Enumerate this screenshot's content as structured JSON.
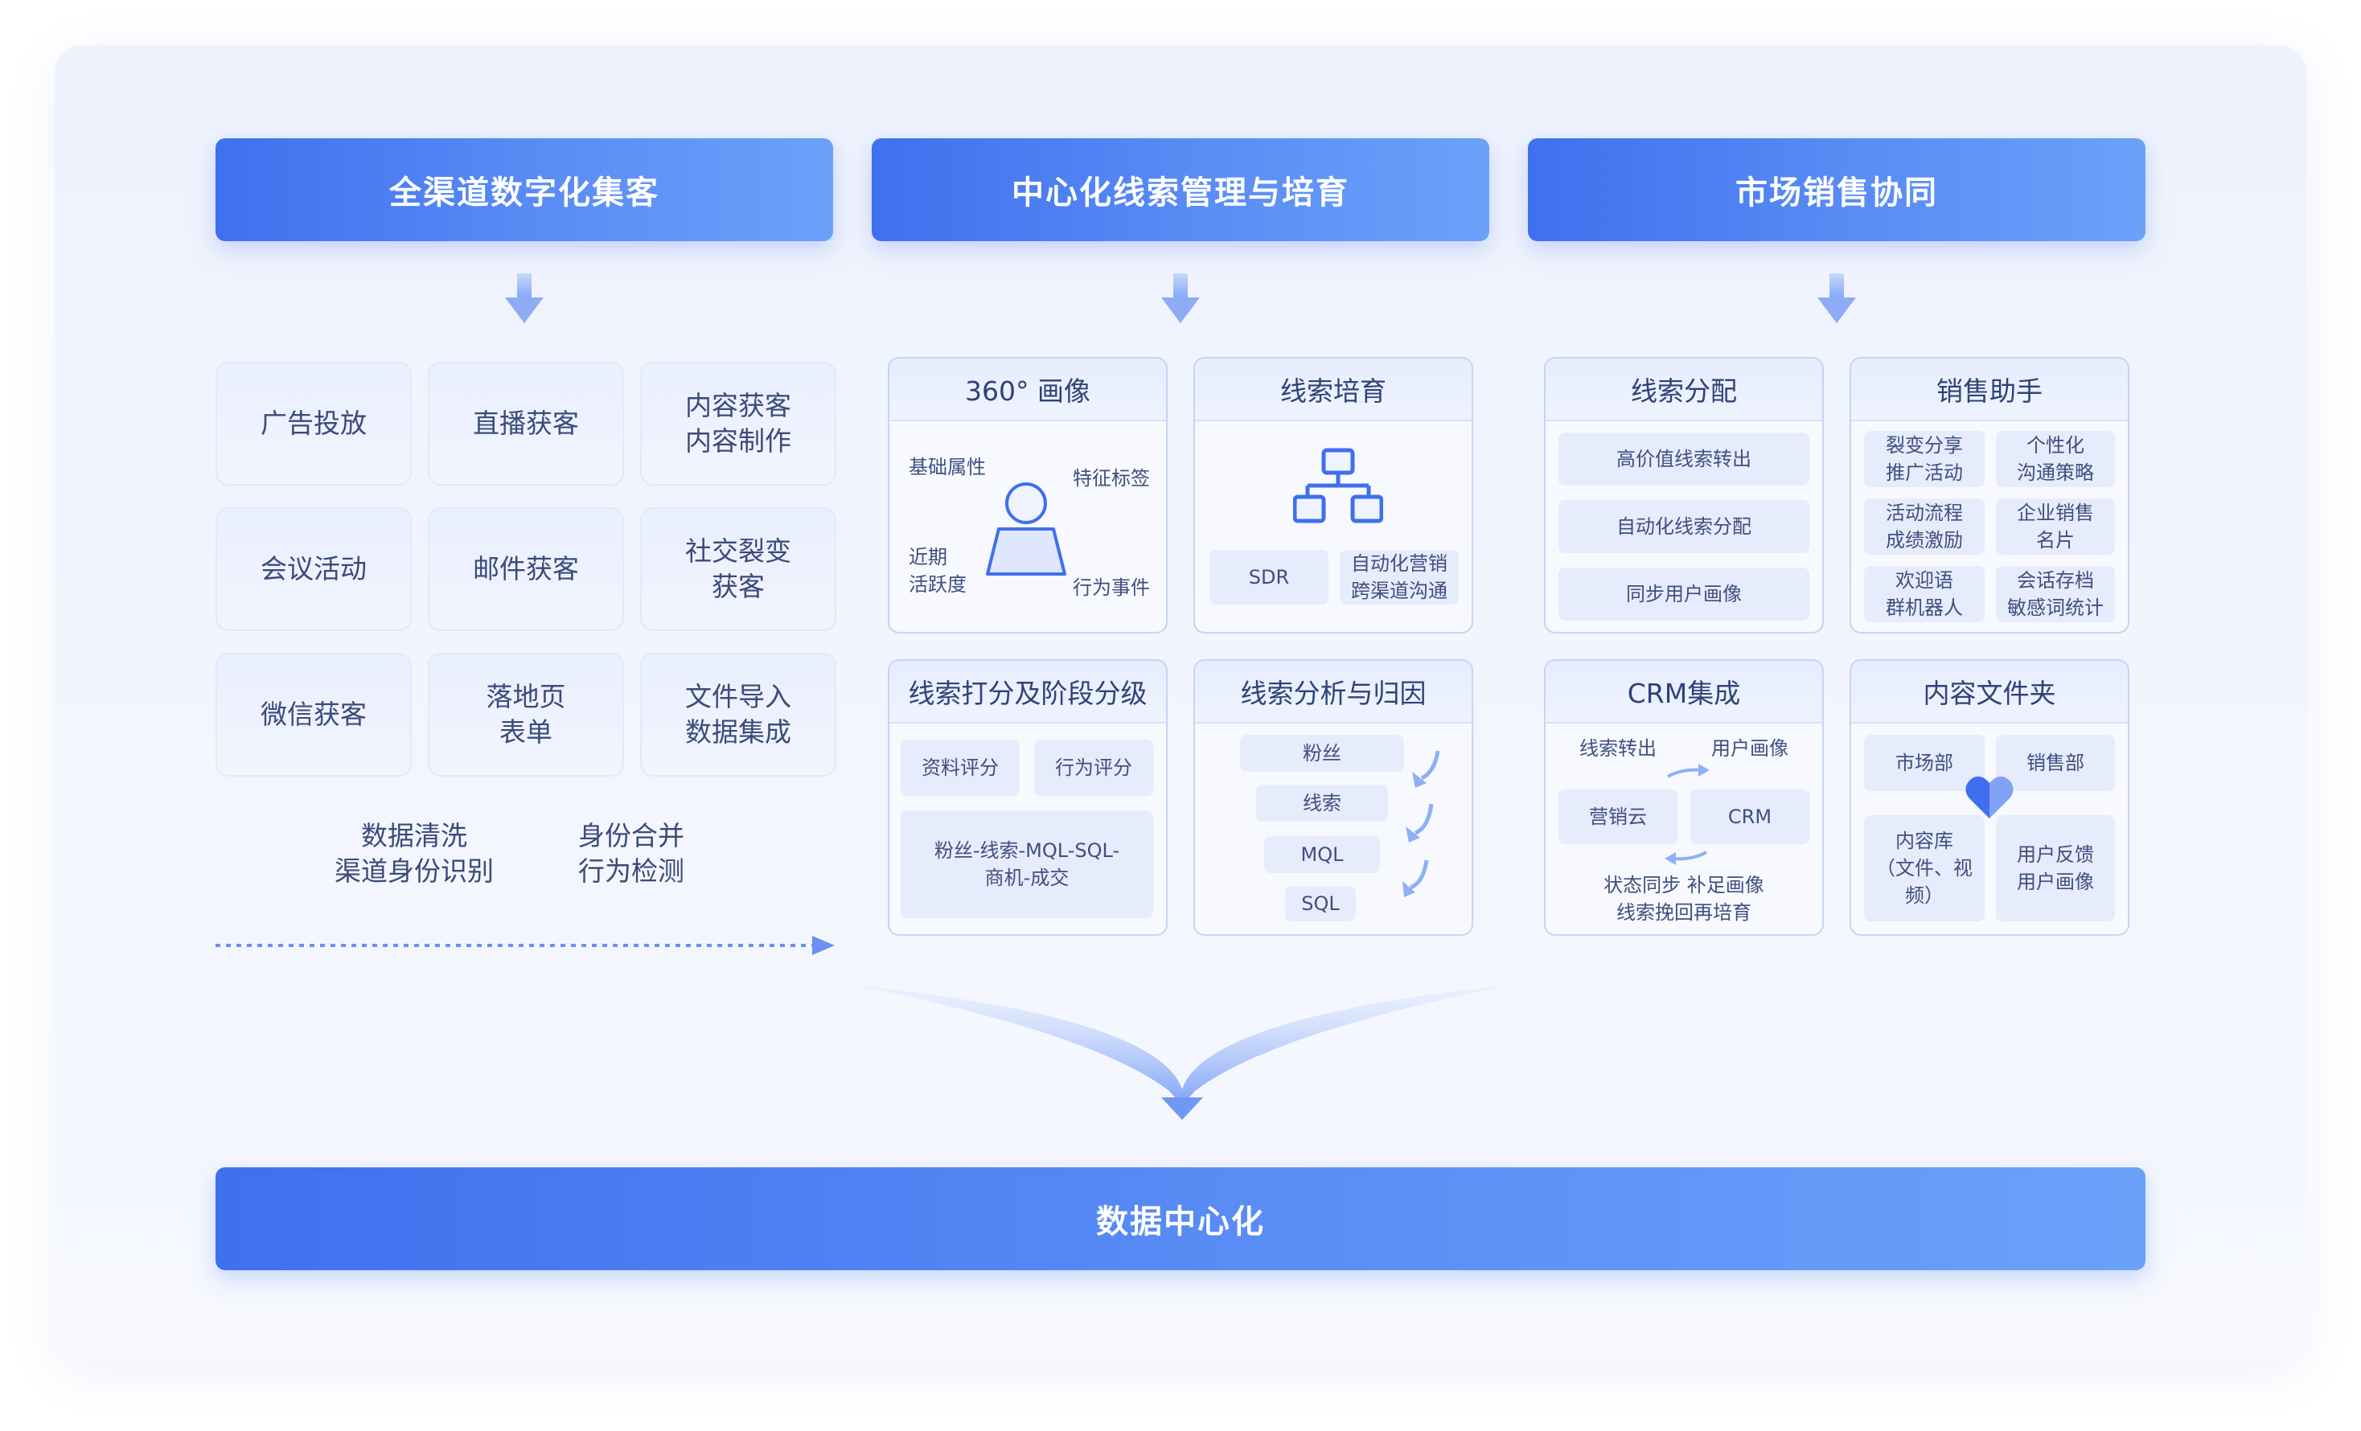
{
  "headers": [
    "全渠道数字化集客",
    "中心化线索管理与培育",
    "市场销售协同"
  ],
  "channels": [
    "广告投放",
    "直播获客",
    "内容获客\n内容制作",
    "会议活动",
    "邮件获客",
    "社交裂变\n获客",
    "微信获客",
    "落地页\n表单",
    "文件导入\n数据集成"
  ],
  "notes": [
    "数据清洗\n渠道身份识别",
    "身份合并\n行为检测"
  ],
  "portrait": {
    "title": "360° 画像",
    "basic": "基础属性",
    "tags": "特征标签",
    "recent": "近期\n活跃度",
    "events": "行为事件"
  },
  "nurture": {
    "title": "线索培育",
    "sdr": "SDR",
    "auto": "自动化营销\n跨渠道沟通"
  },
  "scoring": {
    "title": "线索打分及阶段分级",
    "profile_score": "资料评分",
    "behavior_score": "行为评分",
    "funnel": "粉丝-线索-MQL-SQL-\n商机-成交"
  },
  "analysis": {
    "title": "线索分析与归因",
    "stages": [
      "粉丝",
      "线索",
      "MQL",
      "SQL"
    ]
  },
  "distribution": {
    "title": "线索分配",
    "items": [
      "高价值线索转出",
      "自动化线索分配",
      "同步用户画像"
    ]
  },
  "assistant": {
    "title": "销售助手",
    "items": [
      "裂变分享\n推广活动",
      "个性化\n沟通策略",
      "活动流程\n成绩激励",
      "企业销售\n名片",
      "欢迎语\n群机器人",
      "会话存档\n敏感词统计"
    ]
  },
  "crm": {
    "title": "CRM集成",
    "out": "线索转出",
    "portrait": "用户画像",
    "cloud": "营销云",
    "crm": "CRM",
    "sync": "状态同步 补足画像\n线索挽回再培育"
  },
  "folder": {
    "title": "内容文件夹",
    "market": "市场部",
    "sales": "销售部",
    "library": "内容库\n（文件、视频）",
    "feedback": "用户反馈\n用户画像"
  },
  "footer": "数据中心化"
}
